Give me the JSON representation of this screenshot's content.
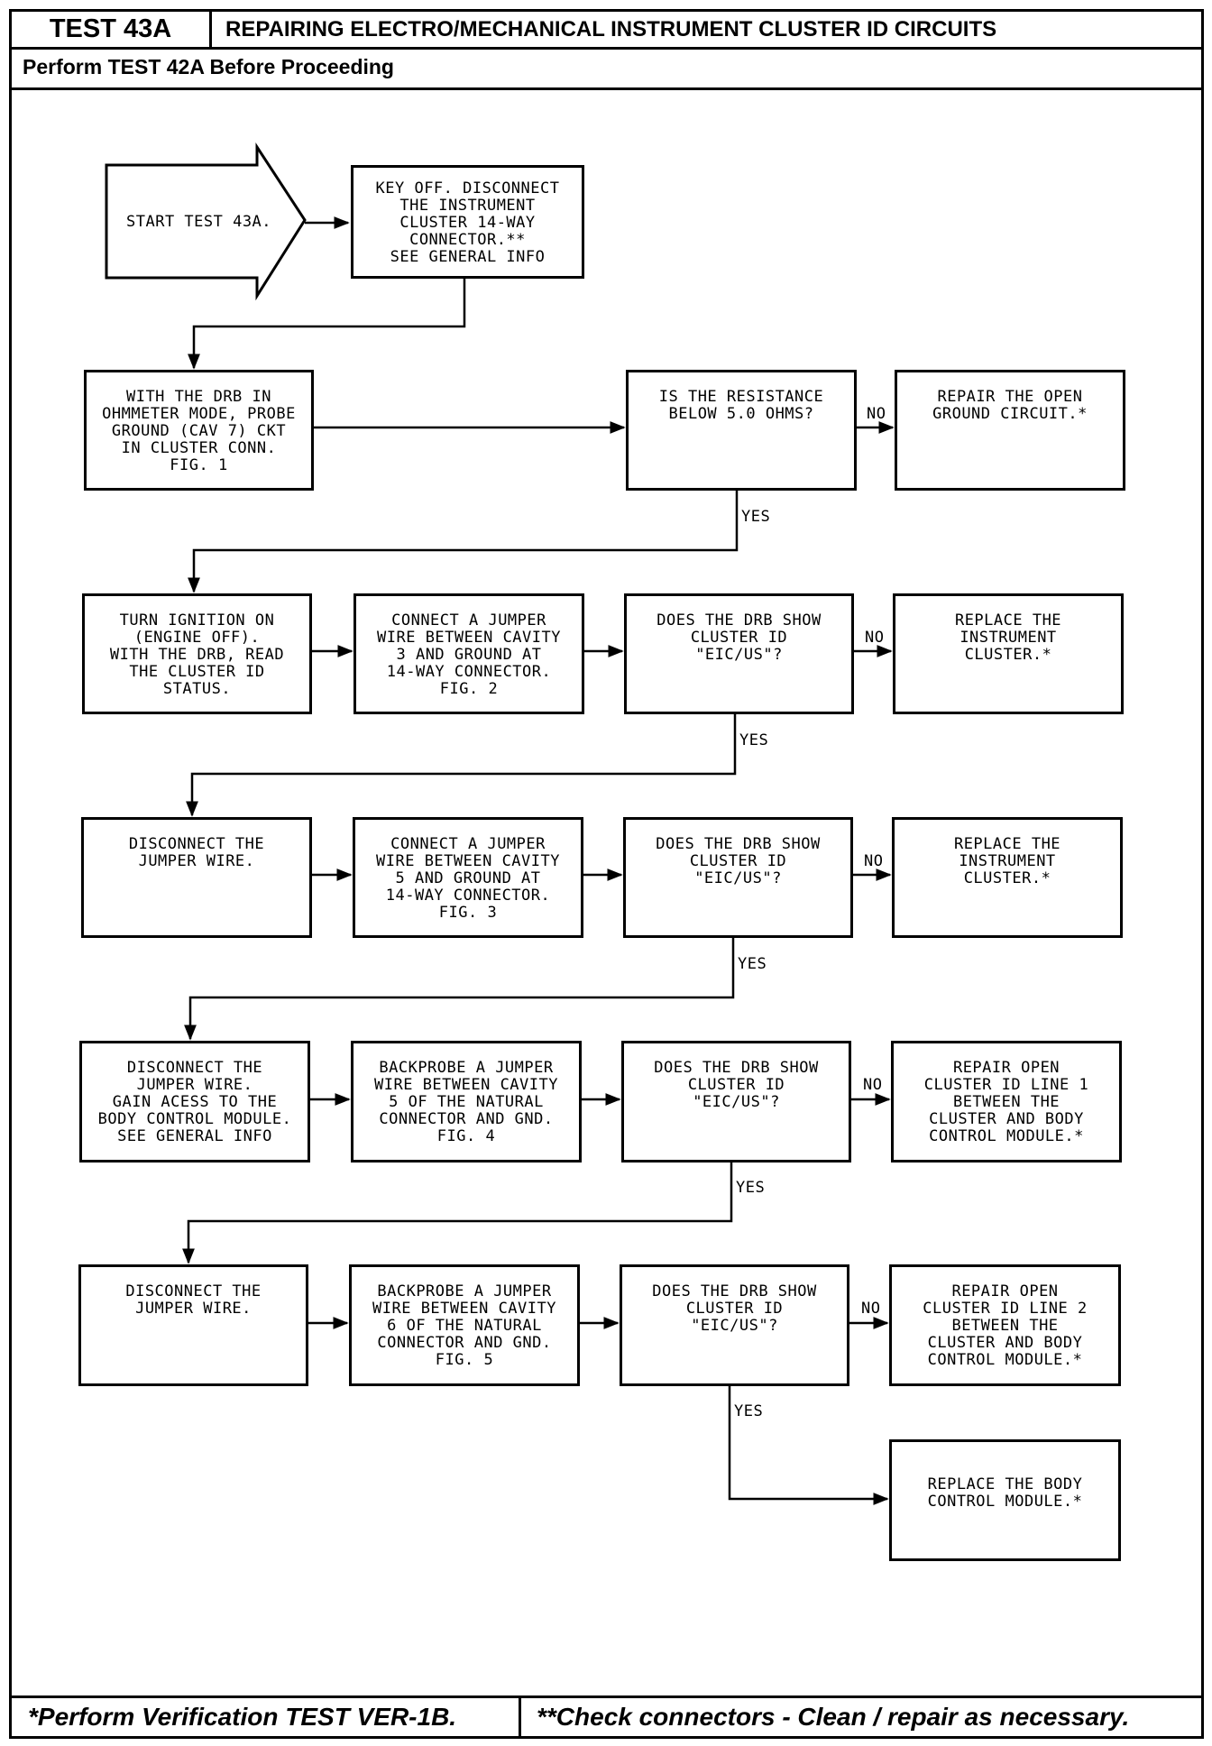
{
  "header": {
    "test_id": "TEST 43A",
    "title": "REPAIRING ELECTRO/MECHANICAL INSTRUMENT CLUSTER ID CIRCUITS",
    "prerequisite": "Perform TEST 42A Before Proceeding"
  },
  "footer": {
    "left": "*Perform Verification TEST VER-1B.",
    "right": "**Check connectors - Clean / repair as necessary."
  },
  "flow": {
    "start": "START TEST 43A.",
    "step_key_off": "KEY OFF. DISCONNECT\nTHE INSTRUMENT\nCLUSTER 14-WAY\nCONNECTOR.**\nSEE GENERAL INFO",
    "row1": {
      "action": "WITH THE DRB IN\nOHMMETER MODE, PROBE\nGROUND (CAV 7) CKT\nIN CLUSTER CONN.\nFIG. 1",
      "question": "IS THE RESISTANCE\nBELOW 5.0 OHMS?",
      "result_no": "REPAIR THE OPEN\nGROUND CIRCUIT.*"
    },
    "row2": {
      "action": "TURN IGNITION ON\n(ENGINE OFF).\nWITH THE DRB, READ\nTHE CLUSTER ID\nSTATUS.",
      "jumper": "CONNECT A JUMPER\nWIRE BETWEEN CAVITY\n3 AND GROUND AT\n14-WAY CONNECTOR.\nFIG. 2",
      "question": "DOES THE DRB SHOW\nCLUSTER ID\n\"EIC/US\"?",
      "result_no": "REPLACE THE\nINSTRUMENT\nCLUSTER.*"
    },
    "row3": {
      "action": "DISCONNECT THE\nJUMPER WIRE.",
      "jumper": "CONNECT A JUMPER\nWIRE BETWEEN CAVITY\n5 AND GROUND AT\n14-WAY CONNECTOR.\nFIG. 3",
      "question": "DOES THE DRB SHOW\nCLUSTER ID\n\"EIC/US\"?",
      "result_no": "REPLACE THE\nINSTRUMENT\nCLUSTER.*"
    },
    "row4": {
      "action": "DISCONNECT THE\nJUMPER WIRE.\nGAIN ACESS TO THE\nBODY CONTROL MODULE.\nSEE GENERAL INFO",
      "jumper": "BACKPROBE A JUMPER\nWIRE BETWEEN CAVITY\n5 OF THE NATURAL\nCONNECTOR AND GND.\nFIG. 4",
      "question": "DOES THE DRB SHOW\nCLUSTER ID\n\"EIC/US\"?",
      "result_no": "REPAIR OPEN\nCLUSTER ID LINE 1\nBETWEEN THE\nCLUSTER AND BODY\nCONTROL MODULE.*"
    },
    "row5": {
      "action": "DISCONNECT THE\nJUMPER WIRE.",
      "jumper": "BACKPROBE A JUMPER\nWIRE BETWEEN CAVITY\n6 OF THE NATURAL\nCONNECTOR AND GND.\nFIG. 5",
      "question": "DOES THE DRB SHOW\nCLUSTER ID\n\"EIC/US\"?",
      "result_no": "REPAIR OPEN\nCLUSTER ID LINE 2\nBETWEEN THE\nCLUSTER AND BODY\nCONTROL MODULE.*"
    },
    "final_yes": "REPLACE THE BODY\nCONTROL MODULE.*",
    "label_yes": "YES",
    "label_no": "NO"
  }
}
